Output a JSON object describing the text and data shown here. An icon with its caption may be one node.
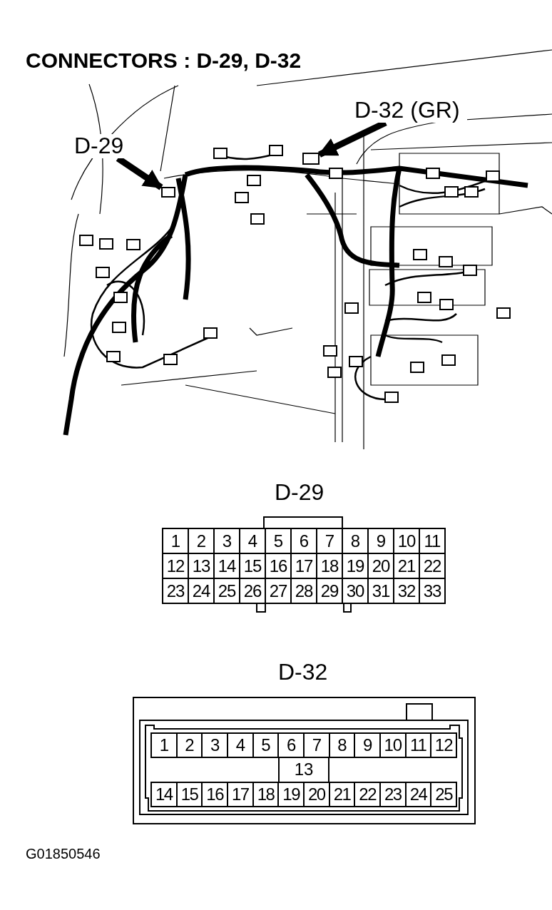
{
  "diagram": {
    "title": "CONNECTORS : D-29, D-32",
    "nodes": [
      {
        "text": [
          "D-29"
        ]
      },
      {
        "text": [],
        "shape": "box"
      },
      {
        "text": [
          "D-32 (GR)"
        ]
      },
      {
        "text": [],
        "shape": "box"
      }
    ],
    "edges": [
      {
        "from": 0,
        "to": 1,
        "arrow": "to"
      },
      {
        "from": 2,
        "to": 3,
        "arrow": "to"
      }
    ],
    "labels": [
      "D-29",
      "1",
      "2",
      "3",
      "4",
      "5",
      "6",
      "7",
      "8",
      "9",
      "10",
      "11",
      "12",
      "13",
      "14",
      "15",
      "16",
      "17",
      "18",
      "19",
      "20",
      "21",
      "22",
      "23",
      "24",
      "25",
      "26",
      "27",
      "28",
      "29",
      "30",
      "31",
      "32",
      "33",
      "D-32",
      "1",
      "2",
      "3",
      "4",
      "5",
      "6",
      "7",
      "8",
      "9",
      "10",
      "11",
      "12",
      "13",
      "14",
      "15",
      "16",
      "17",
      "18",
      "19",
      "20",
      "21",
      "22",
      "23",
      "24",
      "25",
      "G01850546"
    ]
  }
}
